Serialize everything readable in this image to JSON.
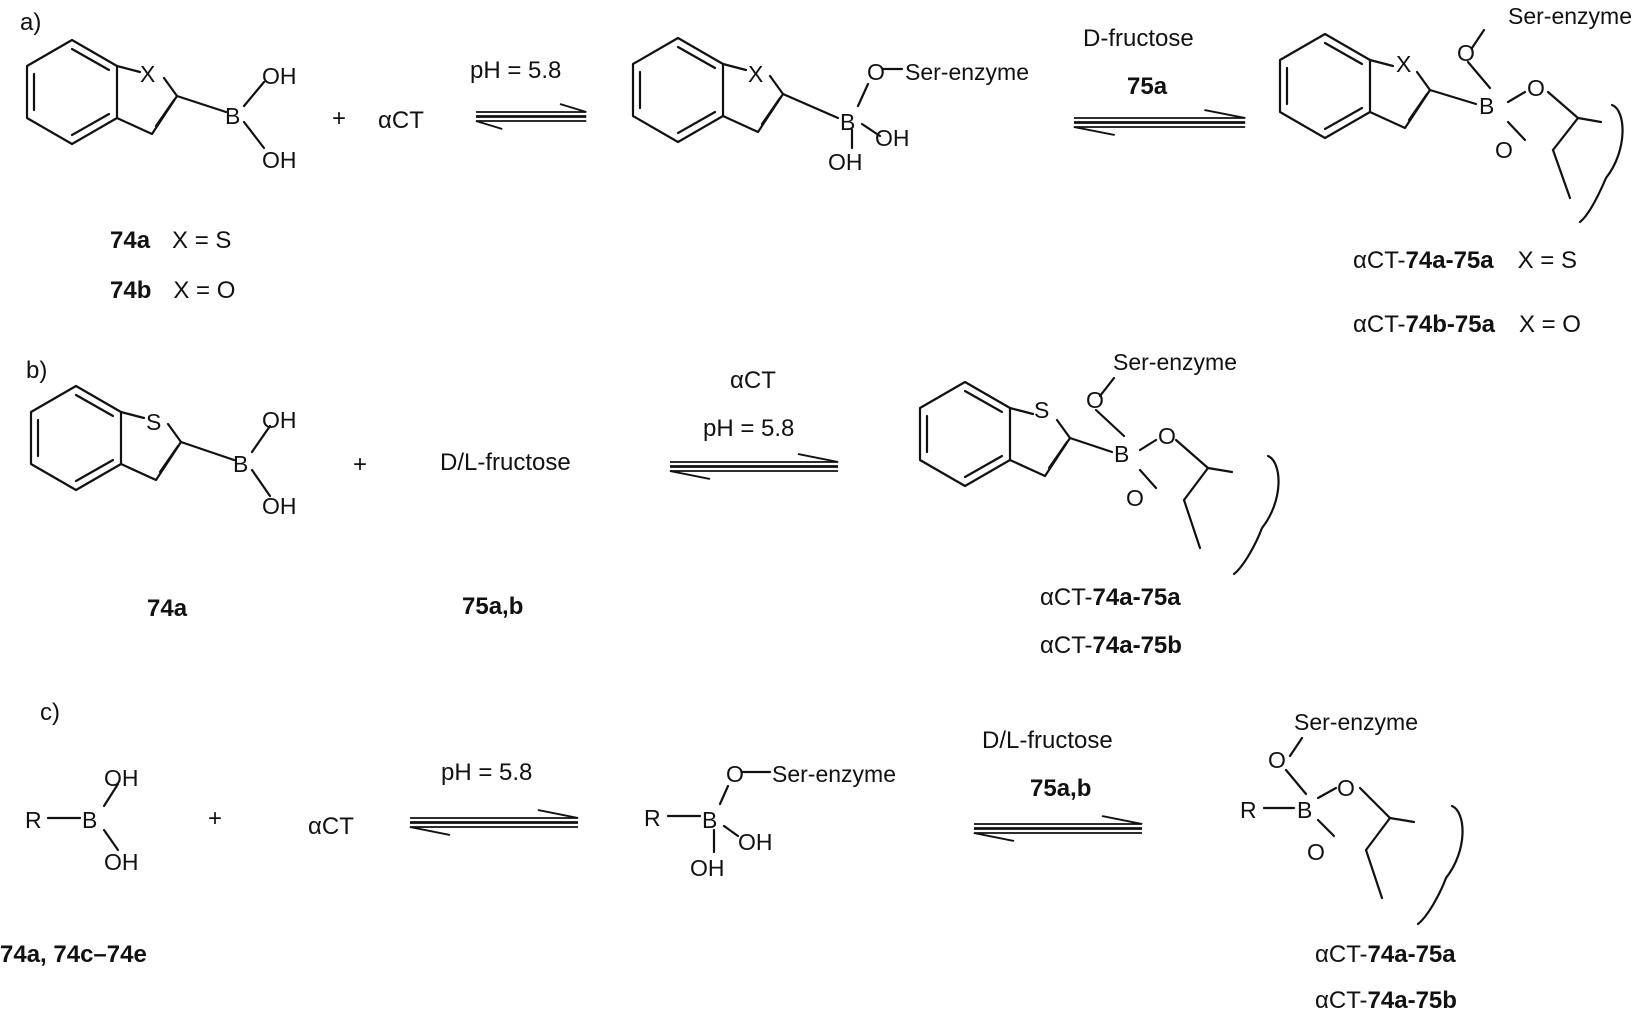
{
  "panels": {
    "a": {
      "label": "a)",
      "reactant": {
        "x_atom": "X",
        "b_atom": "B",
        "oh_top": "OH",
        "oh_bottom": "OH"
      },
      "plus": "+",
      "enzyme": "αCT",
      "arrow1_condition": "pH = 5.8",
      "intermediate": {
        "x_atom": "X",
        "o_ser": "O",
        "ser": "Ser-enzyme",
        "b_atom": "B",
        "oh_right": "OH",
        "oh_bottom": "OH"
      },
      "arrow2_condition_top": "D-fructose",
      "arrow2_condition_bottom": "75a",
      "product": {
        "ser": "Ser-enzyme",
        "o_ser": "O",
        "x_atom": "X",
        "b_atom": "B",
        "o_top": "O",
        "o_bottom": "O"
      },
      "compounds": [
        {
          "id": "74a",
          "desc": "X = S"
        },
        {
          "id": "74b",
          "desc": "X = O"
        }
      ],
      "product_labels": [
        {
          "prefix": "αCT-",
          "id": "74a-75a",
          "desc": "X = S"
        },
        {
          "prefix": "αCT-",
          "id": "74b-75a",
          "desc": "X = O"
        }
      ]
    },
    "b": {
      "label": "b)",
      "reactant": {
        "s_atom": "S",
        "b_atom": "B",
        "oh_top": "OH",
        "oh_bottom": "OH"
      },
      "plus": "+",
      "sugar": "D/L-fructose",
      "arrow_condition_top": "αCT",
      "arrow_condition_bottom": "pH = 5.8",
      "product": {
        "ser": "Ser-enzyme",
        "o_ser": "O",
        "s_atom": "S",
        "b_atom": "B",
        "o_top": "O",
        "o_bottom": "O"
      },
      "reactant_label": "74a",
      "sugar_label": "75a,b",
      "product_labels": [
        {
          "prefix": "αCT-",
          "id": "74a-75a"
        },
        {
          "prefix": "αCT-",
          "id": "74a-75b"
        }
      ]
    },
    "c": {
      "label": "c)",
      "reactant": {
        "r": "R",
        "b_atom": "B",
        "oh_top": "OH",
        "oh_bottom": "OH"
      },
      "plus": "+",
      "enzyme": "αCT",
      "arrow1_condition": "pH = 5.8",
      "intermediate": {
        "r": "R",
        "b_atom": "B",
        "o_ser": "O",
        "ser": "Ser-enzyme",
        "oh_right": "OH",
        "oh_bottom": "OH"
      },
      "arrow2_condition_top": "D/L-fructose",
      "arrow2_condition_bottom": "75a,b",
      "product": {
        "ser": "Ser-enzyme",
        "o_ser": "O",
        "r": "R",
        "b_atom": "B",
        "o_top": "O",
        "o_bottom": "O"
      },
      "reactant_label": "74a, 74c–74e",
      "product_labels": [
        {
          "prefix": "αCT-",
          "id": "74a-75a"
        },
        {
          "prefix": "αCT-",
          "id": "74a-75b"
        }
      ]
    }
  }
}
